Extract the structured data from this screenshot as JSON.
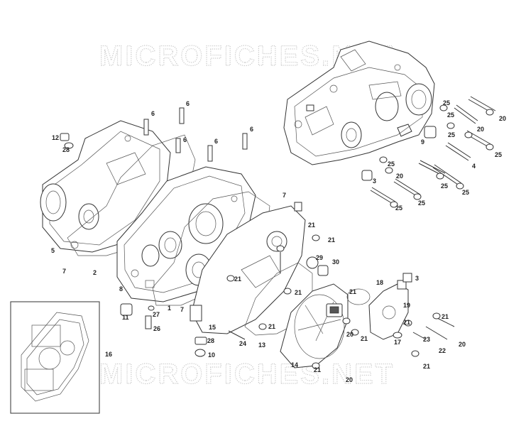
{
  "watermark": "MICROFICHES.NET",
  "labels": [
    "1",
    "2",
    "3",
    "4",
    "5",
    "6",
    "7",
    "8",
    "9",
    "10",
    "11",
    "12",
    "13",
    "14",
    "15",
    "16",
    "17",
    "18",
    "19",
    "20",
    "21",
    "22",
    "23",
    "24",
    "25",
    "26",
    "27",
    "28",
    "29",
    "30"
  ],
  "colors": {
    "line": "#333333",
    "watermark": "#c8c8c8",
    "background": "#ffffff"
  }
}
